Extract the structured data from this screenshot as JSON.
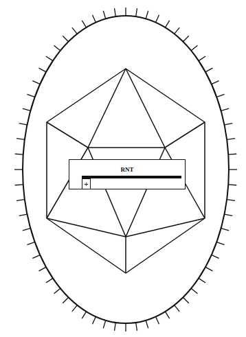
{
  "diagram": {
    "nodes": [
      {
        "text": [
          "RNT"
        ]
      },
      {
        "text": [
          "+"
        ],
        "in": 0
      }
    ]
  }
}
